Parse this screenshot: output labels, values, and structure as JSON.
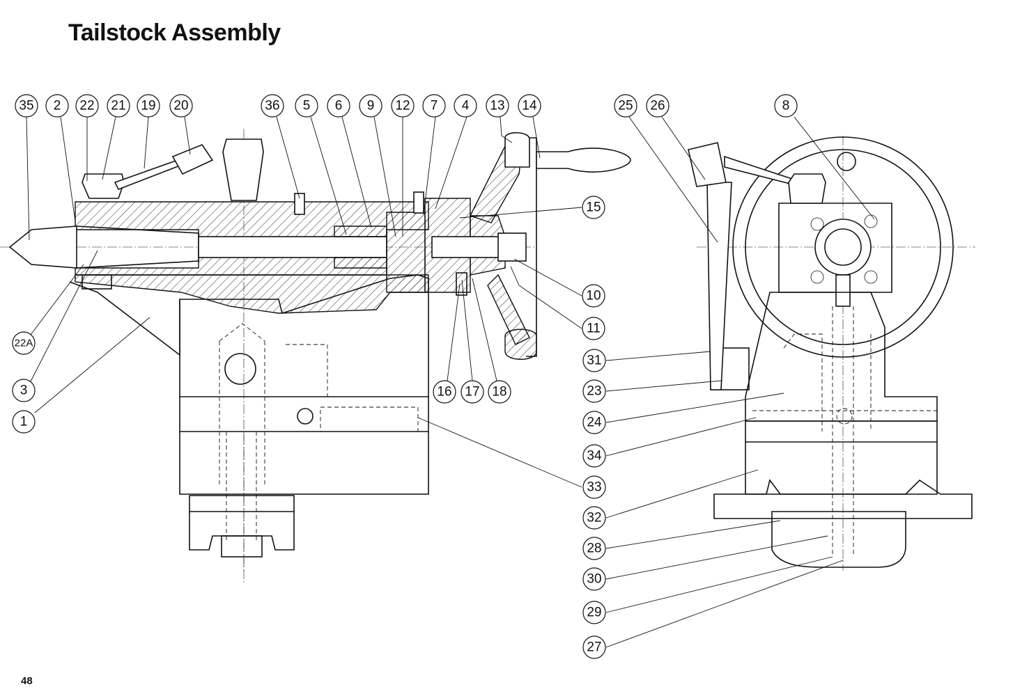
{
  "page": {
    "title": "Tailstock Assembly",
    "page_number": "48"
  },
  "callouts": {
    "top_left": [
      "35",
      "2",
      "22",
      "21",
      "19",
      "20"
    ],
    "top_middle": [
      "36",
      "5",
      "6",
      "9",
      "12",
      "7",
      "4",
      "13",
      "14"
    ],
    "top_right": [
      "25",
      "26",
      "8"
    ],
    "left_column": [
      "22A",
      "3",
      "1"
    ],
    "middle_right": [
      "15",
      "10",
      "11"
    ],
    "bottom_middle": [
      "16",
      "17",
      "18"
    ],
    "right_column": [
      "31",
      "23",
      "24",
      "34",
      "33",
      "32",
      "28",
      "30",
      "29",
      "27"
    ]
  }
}
